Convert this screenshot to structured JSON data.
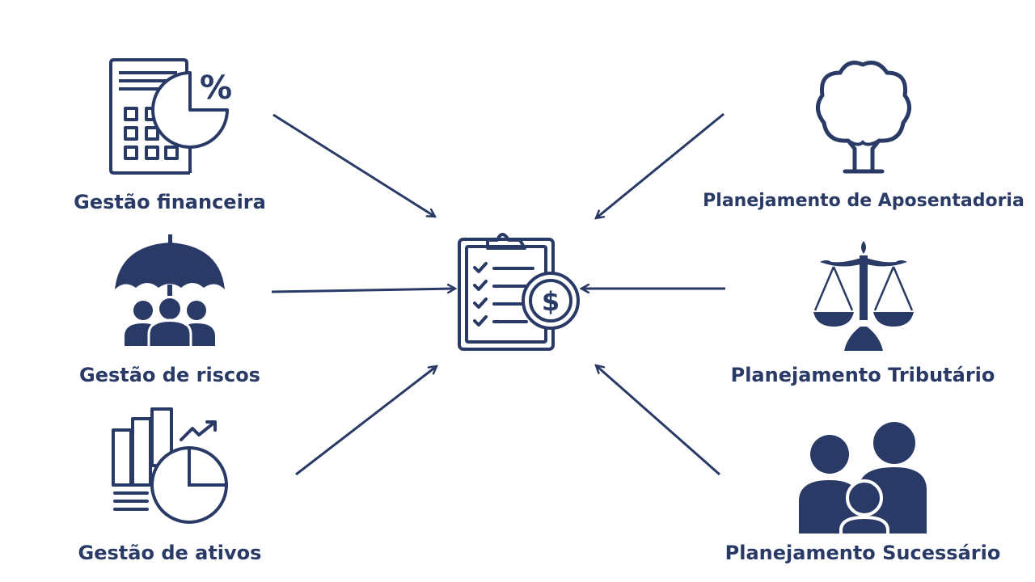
{
  "colors": {
    "primary": "#2a3a66"
  },
  "nodes": {
    "financial": {
      "label": "Gestão financeira",
      "icon": "calculator-pie-chart-icon"
    },
    "risk": {
      "label": "Gestão de riscos",
      "icon": "umbrella-people-icon"
    },
    "assets": {
      "label": "Gestão de ativos",
      "icon": "bar-chart-pie-icon"
    },
    "retirement": {
      "label": "Planejamento de Aposentadoria",
      "icon": "tree-icon"
    },
    "tax": {
      "label": "Planejamento Tributário",
      "icon": "scales-icon"
    },
    "succession": {
      "label": "Planejamento Sucessário",
      "icon": "family-icon"
    },
    "center": {
      "icon": "clipboard-dollar-icon"
    }
  }
}
